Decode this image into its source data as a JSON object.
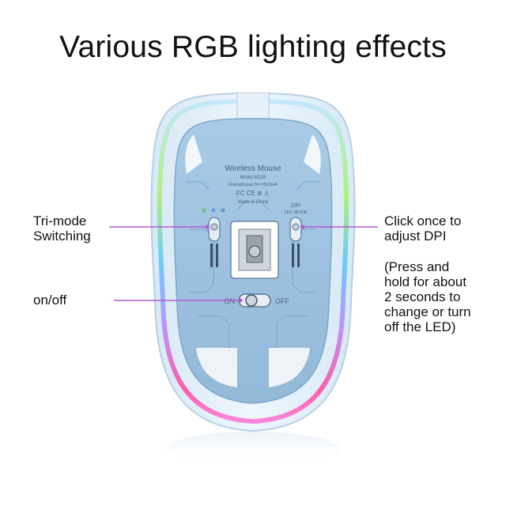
{
  "title": "Various RGB lighting effects",
  "callouts": {
    "tri_mode": [
      "Tri-mode",
      "Switching"
    ],
    "on_off": "on/off",
    "dpi": [
      "Click once to",
      "adjust DPI"
    ],
    "press_hold": [
      "(Press and",
      "hold for about",
      "2 seconds to",
      "change or turn",
      "off the LED)"
    ]
  },
  "sticker": {
    "product": "Wireless Mouse",
    "model": "Model:M333",
    "rating": "Rating(input):5V⎓500mA",
    "certs": "FC CE ⊛ ⚠",
    "origin": "Made in China"
  },
  "switch": {
    "on": "ON",
    "off": "OFF"
  },
  "dpi_button": {
    "label": "DPI",
    "sub": "LED MODE"
  },
  "colors": {
    "callout_line": "#b65ad6",
    "shell_blue": "#a9cde8",
    "body_blue": "#9dc2e0",
    "rgb": [
      "#ff4fa0",
      "#ff7ad6",
      "#b68cff",
      "#5ec8ff",
      "#a9f26a"
    ]
  },
  "icons": [
    "mouse-sensor-icon",
    "mode-led-icon",
    "slide-switch-icon",
    "dpi-button-icon"
  ]
}
